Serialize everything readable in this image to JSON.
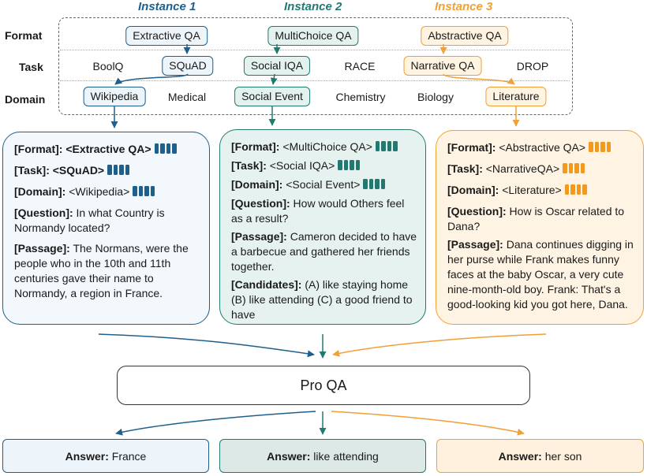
{
  "instances": {
    "i1": {
      "title": "Instance 1",
      "color": "#1f5f8b"
    },
    "i2": {
      "title": "Instance 2",
      "color": "#217a70"
    },
    "i3": {
      "title": "Instance 3",
      "color": "#f0a035"
    }
  },
  "rows": {
    "format": "Format",
    "task": "Task",
    "domain": "Domain"
  },
  "formats": {
    "extractive": "Extractive QA",
    "multichoice": "MultiChoice QA",
    "abstractive": "Abstractive QA"
  },
  "tasks": {
    "boolq": "BoolQ",
    "squad": "SQuAD",
    "social_iqa": "Social IQA",
    "race": "RACE",
    "narrative_qa": "Narrative QA",
    "drop": "DROP"
  },
  "domains": {
    "wikipedia": "Wikipedia",
    "medical": "Medical",
    "social_event": "Social Event",
    "chemistry": "Chemistry",
    "biology": "Biology",
    "literature": "Literature"
  },
  "cards": {
    "c1": {
      "format_key": "[Format]:",
      "format_val": "<Extractive QA>",
      "task_key": "[Task]:",
      "task_val": "<SQuAD>",
      "domain_key": "[Domain]:",
      "domain_val": "<Wikipedia>",
      "question_key": "[Question]:",
      "question_val": "In what Country is Normandy located?",
      "passage_key": "[Passage]:",
      "passage_val": "The Normans, were the people who in the 10th and 11th centuries gave their name to Normandy, a region in France."
    },
    "c2": {
      "format_key": "[Format]:",
      "format_val": "<MultiChoice QA>",
      "task_key": "[Task]:",
      "task_val": "<Social IQA>",
      "domain_key": "[Domain]:",
      "domain_val": "<Social Event>",
      "question_key": "[Question]:",
      "question_val": "How would Others feel as a result?",
      "passage_key": "[Passage]:",
      "passage_val": "Cameron decided to have a barbecue and gathered her friends together.",
      "candidates_key": "[Candidates]:",
      "candidates_val": "(A) like staying home (B) like attending (C) a good friend to have"
    },
    "c3": {
      "format_key": "[Format]:",
      "format_val": "<Abstractive  QA>",
      "task_key": "[Task]:",
      "task_val": "<NarrativeQA>",
      "domain_key": "[Domain]:",
      "domain_val": "<Literature>",
      "question_key": "[Question]:",
      "question_val": "How is Oscar related to Dana?",
      "passage_key": "[Passage]:",
      "passage_val": "Dana continues digging in her purse while Frank makes funny faces at the baby Oscar, a very cute nine-month-old boy. Frank: That's a good-looking kid you got here, Dana."
    }
  },
  "model": {
    "label": "Pro QA"
  },
  "answers": {
    "a1": {
      "key": "Answer:",
      "val": "France"
    },
    "a2": {
      "key": "Answer:",
      "val": "like attending"
    },
    "a3": {
      "key": "Answer:",
      "val": "her son"
    }
  }
}
